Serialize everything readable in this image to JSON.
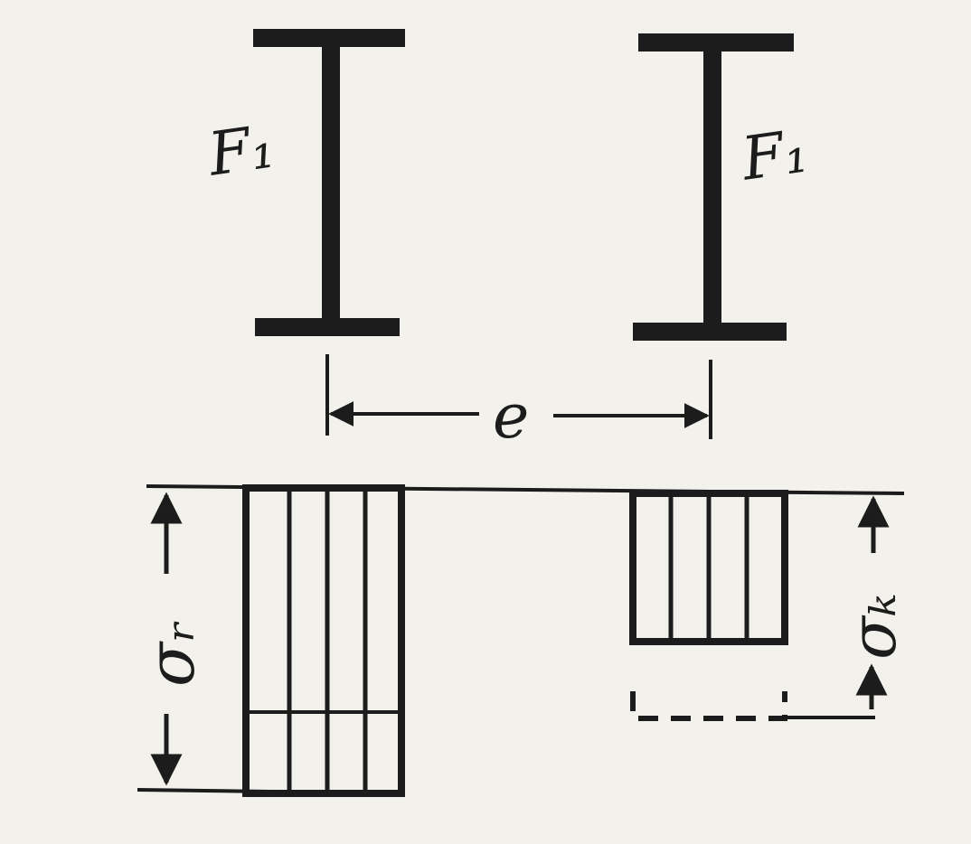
{
  "figure": {
    "left_section_label": "F₁",
    "right_section_label": "F₁",
    "spacing_label": "e",
    "left_stress_label": "σᵣ",
    "right_stress_label": "σₖ"
  },
  "colors": {
    "ink": "#1c1c1c",
    "paper": "#f2f1ec"
  }
}
